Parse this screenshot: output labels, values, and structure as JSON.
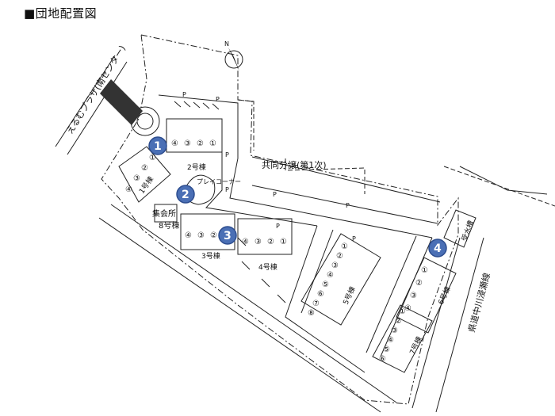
{
  "title": "■団地配置図",
  "compass": {
    "north_label": "N",
    "icon": "north-arrow-icon"
  },
  "roads": {
    "plaza_label": "えるむプラザ(南センター)",
    "shared_land_label": "共同分譲(第1次)",
    "east_road_label": "県道中川浸瀬線"
  },
  "facilities": {
    "playground": "プレイコーナー",
    "meeting_hall": "集会所",
    "water_tank": "受水槽"
  },
  "parking_label": "P",
  "buildings": {
    "b1": {
      "name": "1号棟",
      "units": [
        "④",
        "③",
        "②",
        "①"
      ]
    },
    "b2": {
      "name": "2号棟",
      "units": [
        "④",
        "③",
        "②",
        "①"
      ]
    },
    "b3": {
      "name": "3号棟",
      "units": [
        "④",
        "③",
        "②",
        "①"
      ]
    },
    "b4": {
      "name": "4号棟",
      "units": [
        "④",
        "③",
        "②",
        "①"
      ]
    },
    "b5": {
      "name": "5号棟",
      "units": [
        "⑧",
        "⑦",
        "⑥",
        "⑤",
        "④",
        "③",
        "②",
        "①"
      ]
    },
    "b6": {
      "name": "6号棟",
      "units": [
        "④",
        "③",
        "②",
        "①"
      ]
    },
    "b7": {
      "name": "7号棟",
      "units": [
        "⑥",
        "⑤",
        "④",
        "③",
        "②",
        "①"
      ]
    },
    "b8": {
      "name": "8号棟"
    }
  },
  "markers": [
    "1",
    "2",
    "3",
    "4"
  ],
  "colors": {
    "marker_fill": "#4a6fb5",
    "line": "#222222",
    "plaza_walkway": "#333333"
  }
}
